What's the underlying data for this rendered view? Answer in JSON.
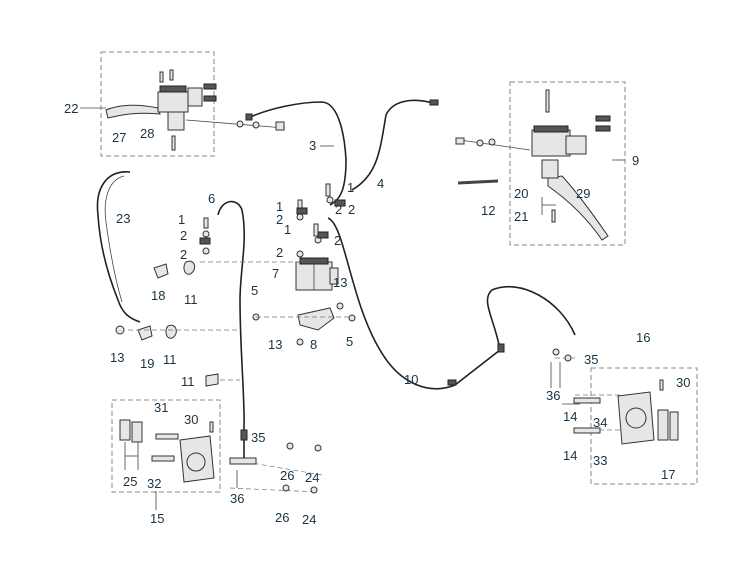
{
  "callouts": {
    "c1a": "1",
    "c1b": "1",
    "c1c": "1",
    "c1d": "1",
    "c2a": "2",
    "c2b": "2",
    "c2c": "2",
    "c2d": "2",
    "c2e": "2",
    "c2f": "2",
    "c2g": "2",
    "c3": "3",
    "c4": "4",
    "c5a": "5",
    "c5b": "5",
    "c6": "6",
    "c7": "7",
    "c8": "8",
    "c9": "9",
    "c10": "10",
    "c11a": "11",
    "c11b": "11",
    "c11c": "11",
    "c12": "12",
    "c13a": "13",
    "c13b": "13",
    "c13c": "13",
    "c14a": "14",
    "c14b": "14",
    "c15": "15",
    "c16": "16",
    "c17": "17",
    "c18": "18",
    "c19": "19",
    "c20": "20",
    "c21": "21",
    "c22": "22",
    "c23": "23",
    "c24a": "24",
    "c24b": "24",
    "c25": "25",
    "c26a": "26",
    "c26b": "26",
    "c27": "27",
    "c28": "28",
    "c29": "29",
    "c30a": "30",
    "c30b": "30",
    "c31": "31",
    "c32": "32",
    "c33": "33",
    "c34": "34",
    "c35a": "35",
    "c35b": "35",
    "c36a": "36",
    "c36b": "36"
  }
}
